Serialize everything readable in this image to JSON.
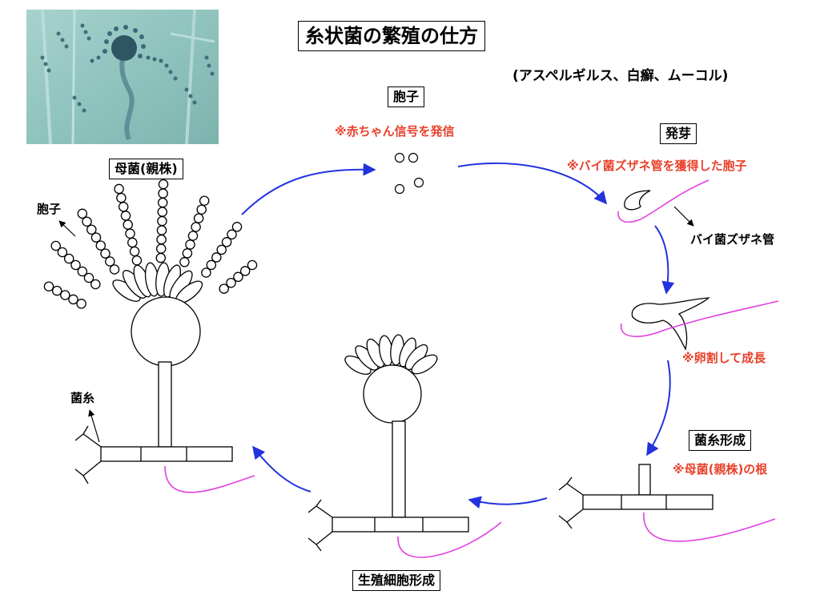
{
  "title": "糸状菌の繁殖の仕方",
  "subtitle": "(アスペルギルス、白癬、ムーコル)",
  "stages": {
    "mother": "母菌(親株)",
    "spore": "胞子",
    "germination": "発芽",
    "hyphae_formation": "菌糸形成",
    "reproductive_cell_formation": "生殖細胞形成"
  },
  "notes": {
    "spore": "※赤ちゃん信号を発信",
    "germination": "※バイ菌ズザネ管を獲得した胞子",
    "division": "※卵割して成長",
    "hyphae": "※母菌(親株)の根"
  },
  "labels": {
    "spore_pointer": "胞子",
    "hypha_pointer": "菌糸",
    "zuzane_tube": "バイ菌ズザネ管"
  },
  "colors": {
    "arrow": "#2233dd",
    "tube": "#e040e0",
    "note_text": "#e8412c"
  }
}
